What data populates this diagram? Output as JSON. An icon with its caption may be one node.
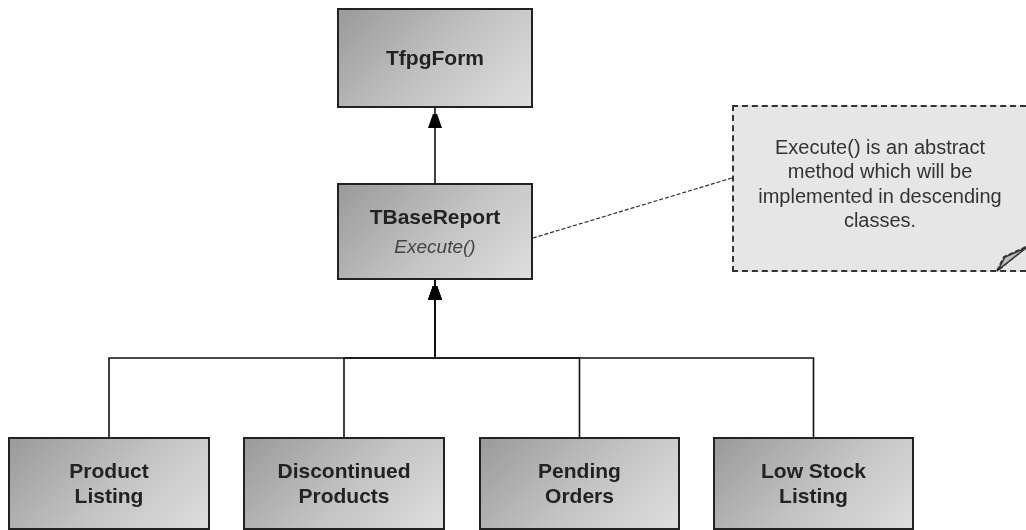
{
  "diagram": {
    "nodes": [
      {
        "text": [
          "TfpgForm"
        ]
      },
      {
        "text": [
          "TBaseReport",
          "Execute()"
        ]
      },
      {
        "text": [
          "Execute() is an abstract method which will be implemented in descending classes."
        ]
      },
      {
        "text": [
          "Product Listing"
        ]
      },
      {
        "text": [
          "Discontinued Products"
        ]
      },
      {
        "text": [
          "Pending Orders"
        ]
      },
      {
        "text": [
          "Low Stock Listing"
        ]
      }
    ],
    "edges": [
      {
        "from": 1,
        "to": 0,
        "arrow": "to"
      },
      {
        "from": 2,
        "to": 1,
        "arrow": "none",
        "style": "dashed"
      },
      {
        "from": 3,
        "to": 1,
        "arrow": "to"
      },
      {
        "from": 4,
        "to": 1,
        "arrow": "to"
      },
      {
        "from": 5,
        "to": 1,
        "arrow": "to"
      },
      {
        "from": 6,
        "to": 1,
        "arrow": "to"
      }
    ]
  }
}
